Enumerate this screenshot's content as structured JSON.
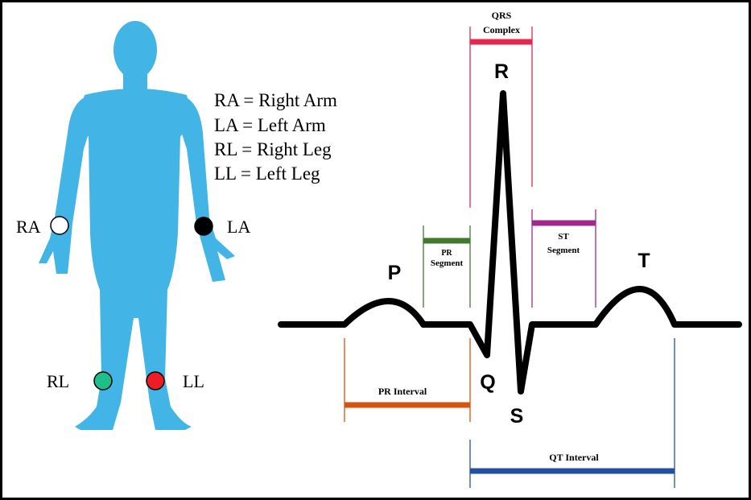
{
  "legend": {
    "ra": "RA = Right Arm",
    "la": "LA = Left Arm",
    "rl": "RL = Right Leg",
    "ll": "LL = Left Leg"
  },
  "electrodes": {
    "ra": {
      "label": "RA",
      "color": "#ffffff"
    },
    "la": {
      "label": "LA",
      "color": "#000000"
    },
    "rl": {
      "label": "RL",
      "color": "#1dbf8a"
    },
    "ll": {
      "label": "LL",
      "color": "#ee1c24"
    }
  },
  "waves": {
    "p": "P",
    "q": "Q",
    "r": "R",
    "s": "S",
    "t": "T"
  },
  "intervals": {
    "qrs_line1": "QRS",
    "qrs_line2": "Complex",
    "pr_segment_line1": "PR",
    "pr_segment_line2": "Segment",
    "st_segment_line1": "ST",
    "st_segment_line2": "Segment",
    "pr_interval": "PR Interval",
    "qt_interval": "QT Interval"
  },
  "colors": {
    "body": "#42b4e6",
    "qrs": "#e3284b",
    "pr_segment": "#3f7a2e",
    "st_segment": "#a1288f",
    "pr_interval": "#d55410",
    "qt_interval": "#24519f"
  }
}
